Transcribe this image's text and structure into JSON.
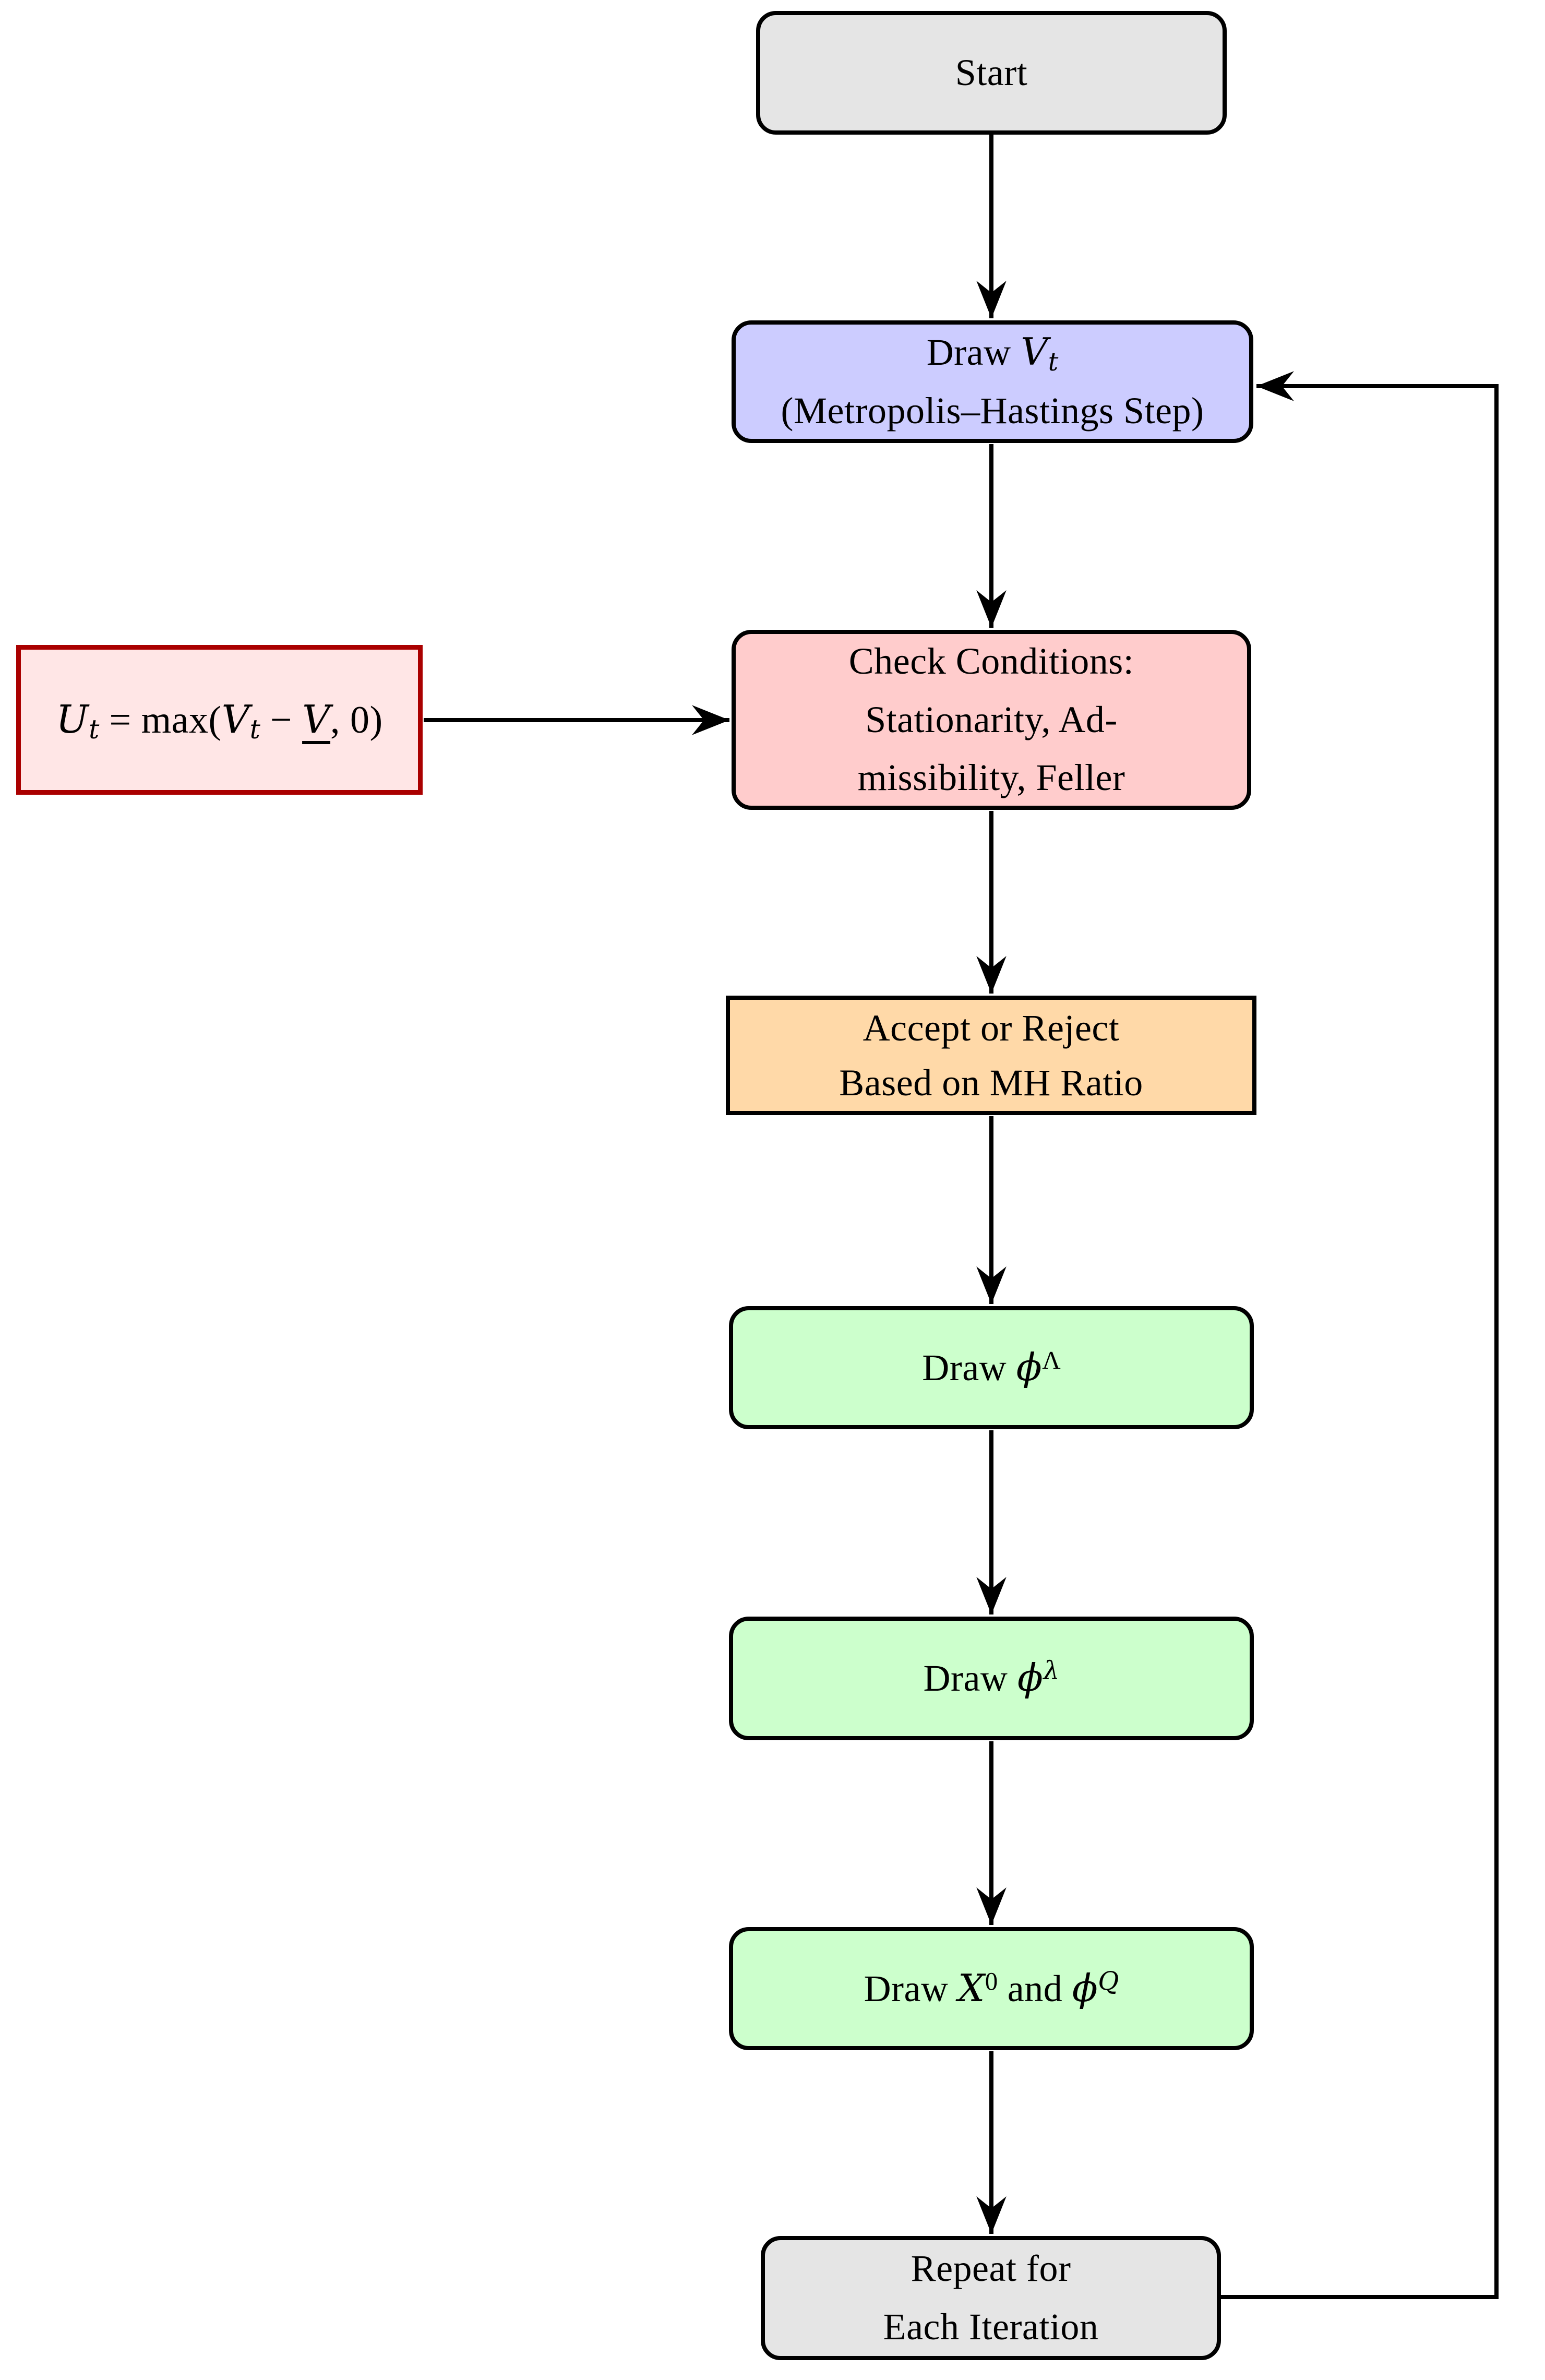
{
  "diagram": {
    "type": "flowchart",
    "background": "#ffffff",
    "colors": {
      "node_border": "#000000",
      "arrow": "#000000",
      "gray_fill": "#e5e5e5",
      "purple_fill": "#ccccff",
      "pink_fill": "#ffcccc",
      "formula_fill": "#ffe6e6",
      "formula_border": "#aa0000",
      "orange_fill": "#ffd9a8",
      "green_fill": "#ccffcc"
    },
    "nodes": {
      "start": {
        "label": "Start"
      },
      "draw_vt": {
        "line1_prefix": "Draw ",
        "line1_var": "V",
        "line1_sub": "t",
        "line2": "(Metropolis–Hastings Step)"
      },
      "u_condition": {
        "var1": "U",
        "sub1": "t",
        "mid1": " = max(",
        "var2": "V",
        "sub2": "t",
        "minus": " − ",
        "var3": "V",
        "tail": ", 0)"
      },
      "check_conditions": {
        "line1": "Check Conditions:",
        "line2": "Stationarity, Ad-",
        "line3": "missibility, Feller"
      },
      "accept_reject": {
        "line1": "Accept or Reject",
        "line2": "Based on MH Ratio"
      },
      "draw_phi_Lambda": {
        "prefix": "Draw ",
        "var": "ϕ",
        "sup": "Λ"
      },
      "draw_phi_lambda": {
        "prefix": "Draw ",
        "var": "ϕ",
        "sup": "λ"
      },
      "draw_x0_phiQ": {
        "prefix": "Draw ",
        "var1": "X",
        "sup1": "0",
        "mid": " and ",
        "var2": "ϕ",
        "sup2": "Q"
      },
      "repeat": {
        "line1": "Repeat for",
        "line2": "Each Iteration"
      }
    },
    "edges": [
      {
        "from": "start",
        "to": "draw_vt",
        "style": "arrow"
      },
      {
        "from": "draw_vt",
        "to": "check_conditions",
        "style": "arrow"
      },
      {
        "from": "u_condition",
        "to": "check_conditions",
        "style": "arrow"
      },
      {
        "from": "check_conditions",
        "to": "accept_reject",
        "style": "arrow"
      },
      {
        "from": "accept_reject",
        "to": "draw_phi_Lambda",
        "style": "arrow"
      },
      {
        "from": "draw_phi_Lambda",
        "to": "draw_phi_lambda",
        "style": "arrow"
      },
      {
        "from": "draw_phi_lambda",
        "to": "draw_x0_phiQ",
        "style": "arrow"
      },
      {
        "from": "draw_x0_phiQ",
        "to": "repeat",
        "style": "arrow"
      },
      {
        "from": "repeat",
        "to": "draw_vt",
        "style": "arrow-loop-right"
      }
    ]
  }
}
